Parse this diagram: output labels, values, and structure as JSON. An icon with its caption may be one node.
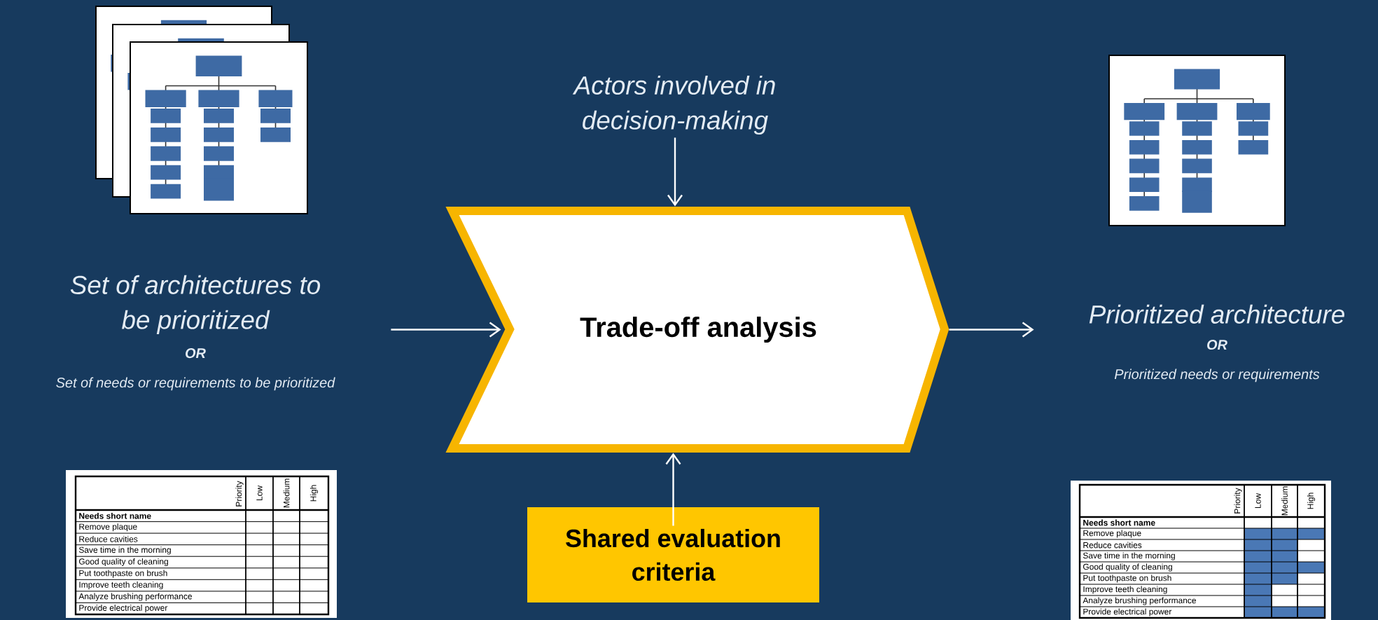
{
  "diagram": {
    "nodes": [
      {
        "text": [
          "Set of architectures to be prioritized",
          "OR",
          "Set of needs or requirements to be prioritized"
        ]
      },
      {
        "text": [
          "Trade-off analysis"
        ]
      },
      {
        "text": [
          "Actors involved in decision-making"
        ]
      },
      {
        "text": [
          "Shared evaluation criteria"
        ]
      },
      {
        "text": [
          "Prioritized architecture",
          "OR",
          "Prioritized needs or requirements"
        ]
      }
    ],
    "edges": [
      {
        "from": 0,
        "to": 1,
        "arrow": "to"
      },
      {
        "from": 2,
        "to": 1,
        "arrow": "to"
      },
      {
        "from": 3,
        "to": 1,
        "arrow": "to"
      },
      {
        "from": 1,
        "to": 4,
        "arrow": "to"
      }
    ],
    "labels": [
      "Priority",
      "Low",
      "Medium",
      "High",
      "Needs short name",
      "Remove plaque",
      "Reduce cavities",
      "Save time in the morning",
      "Good quality of cleaning",
      "Put toothpaste on brush",
      "Improve teeth cleaning",
      "Analyze brushing performance",
      "Provide electrical power",
      "Priority",
      "Low",
      "Medium",
      "High",
      "Needs short name",
      "Remove plaque",
      "Reduce cavities",
      "Save time in the morning",
      "Good quality of cleaning",
      "Put toothpaste on brush",
      "Improve teeth cleaning",
      "Analyze brushing performance",
      "Provide electrical power"
    ]
  }
}
